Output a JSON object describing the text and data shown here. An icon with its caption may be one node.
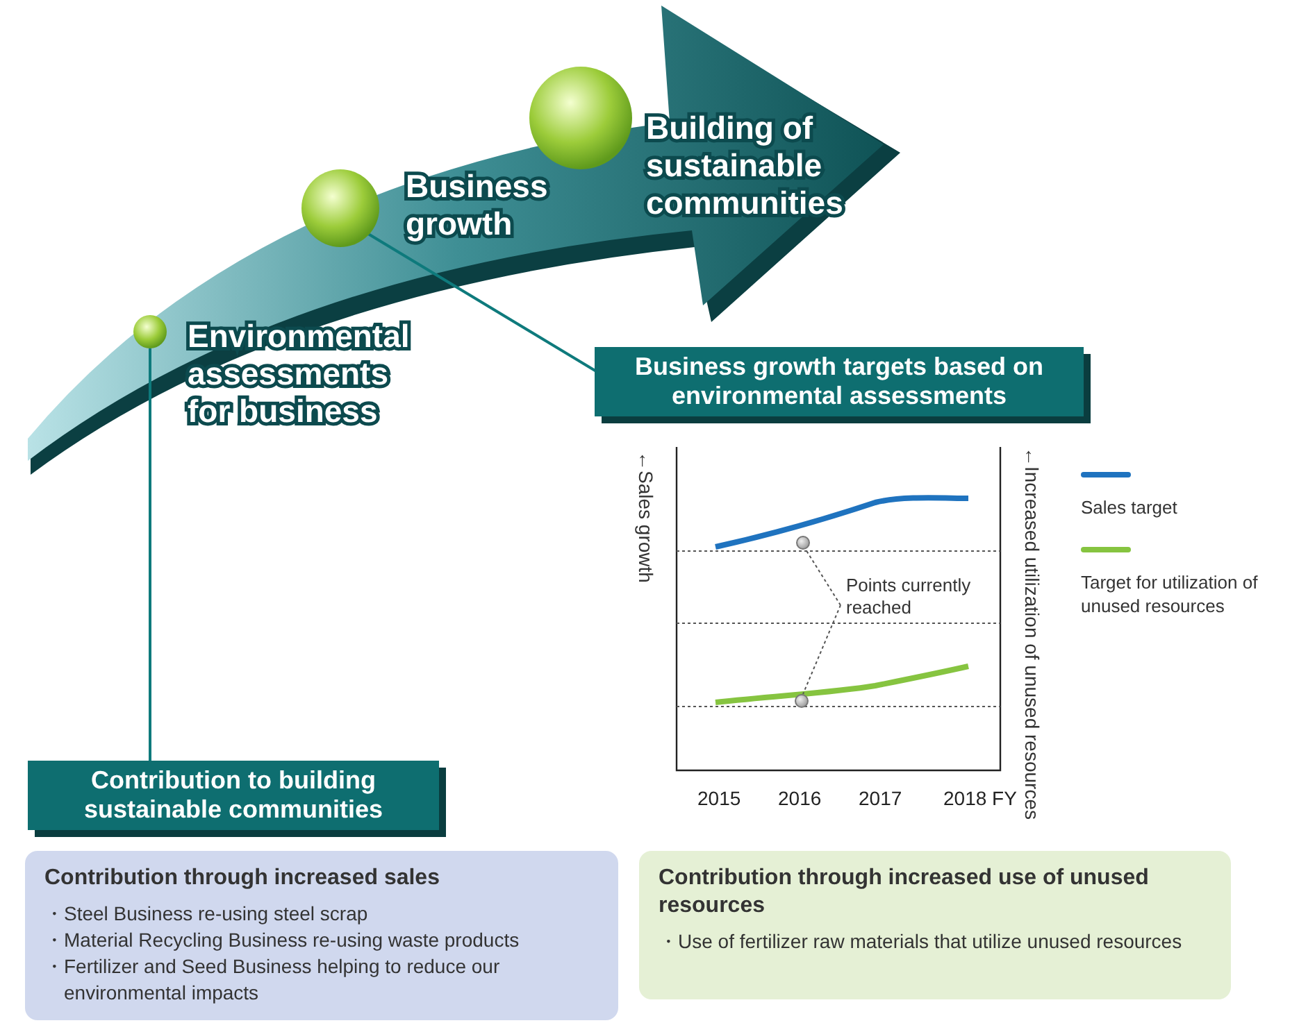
{
  "diagram": {
    "nodes": [
      {
        "text": [
          "Environmental assessments for business"
        ]
      },
      {
        "text": [
          "Business growth"
        ]
      },
      {
        "text": [
          "Building of sustainable communities"
        ]
      },
      {
        "text": [
          "Business growth targets based on environmental assessments"
        ]
      },
      {
        "text": [
          "Contribution to building sustainable communities"
        ]
      },
      {
        "text": [
          "Contribution through increased sales",
          "・Steel Business re-using steel scrap",
          "・Material Recycling Business re-using waste products",
          "・Fertilizer and Seed Business helping to reduce our environmental impacts"
        ]
      },
      {
        "text": [
          "Contribution through increased use of unused resources",
          "・Use of fertilizer raw materials that utilize unused resources"
        ]
      },
      {
        "text": [
          "Points currently reached"
        ]
      },
      {
        "text": [],
        "shape": "circle"
      },
      {
        "text": [],
        "shape": "circle"
      }
    ],
    "edges": [
      {
        "from": 0,
        "to": 4,
        "arrow": "none"
      },
      {
        "from": 1,
        "to": 3,
        "arrow": "none"
      },
      {
        "from": 7,
        "to": 8,
        "arrow": "none",
        "style": "dashed"
      },
      {
        "from": 7,
        "to": 9,
        "arrow": "none",
        "style": "dashed"
      }
    ],
    "labels": [
      "←Sales growth",
      "←Increased utilization of unused resources",
      "2015",
      "2016",
      "2017",
      "2018 FY"
    ],
    "legend": [
      {
        "text": "Sales target"
      },
      {
        "text": "Target for utilization of unused resources"
      }
    ]
  }
}
